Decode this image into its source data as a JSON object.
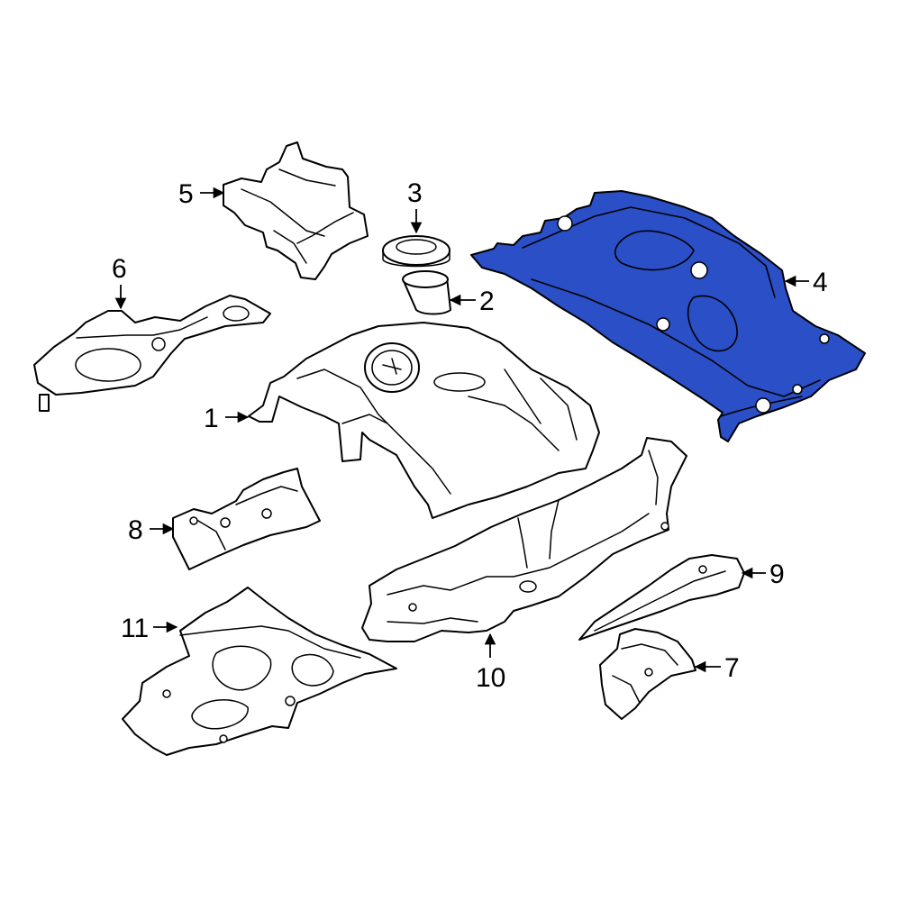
{
  "colors": {
    "highlight": "#2a4fc7",
    "line": "#000000",
    "background": "#ffffff"
  },
  "parts": [
    {
      "id": "1",
      "label": "1"
    },
    {
      "id": "2",
      "label": "2"
    },
    {
      "id": "3",
      "label": "3"
    },
    {
      "id": "4",
      "label": "4",
      "highlighted": true
    },
    {
      "id": "5",
      "label": "5"
    },
    {
      "id": "6",
      "label": "6"
    },
    {
      "id": "7",
      "label": "7"
    },
    {
      "id": "8",
      "label": "8"
    },
    {
      "id": "9",
      "label": "9"
    },
    {
      "id": "10",
      "label": "10"
    },
    {
      "id": "11",
      "label": "11"
    }
  ]
}
